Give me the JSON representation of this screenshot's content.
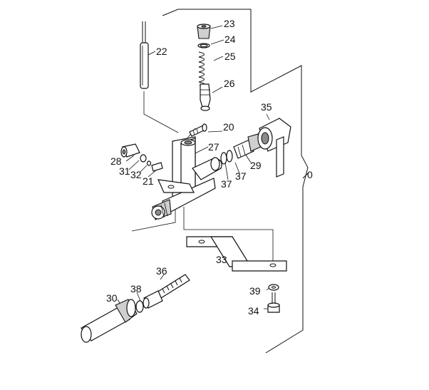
{
  "diagram": {
    "labels": {
      "p0": "0",
      "p20": "20",
      "p21": "21",
      "p22": "22",
      "p23": "23",
      "p24": "24",
      "p25": "25",
      "p26": "26",
      "p27": "27",
      "p28": "28",
      "p29": "29",
      "p30": "30",
      "p31": "31",
      "p32": "32",
      "p33": "33",
      "p34": "34",
      "p35": "35",
      "p36": "36",
      "p37a": "37",
      "p37b": "37",
      "p38": "38",
      "p39": "39"
    }
  }
}
